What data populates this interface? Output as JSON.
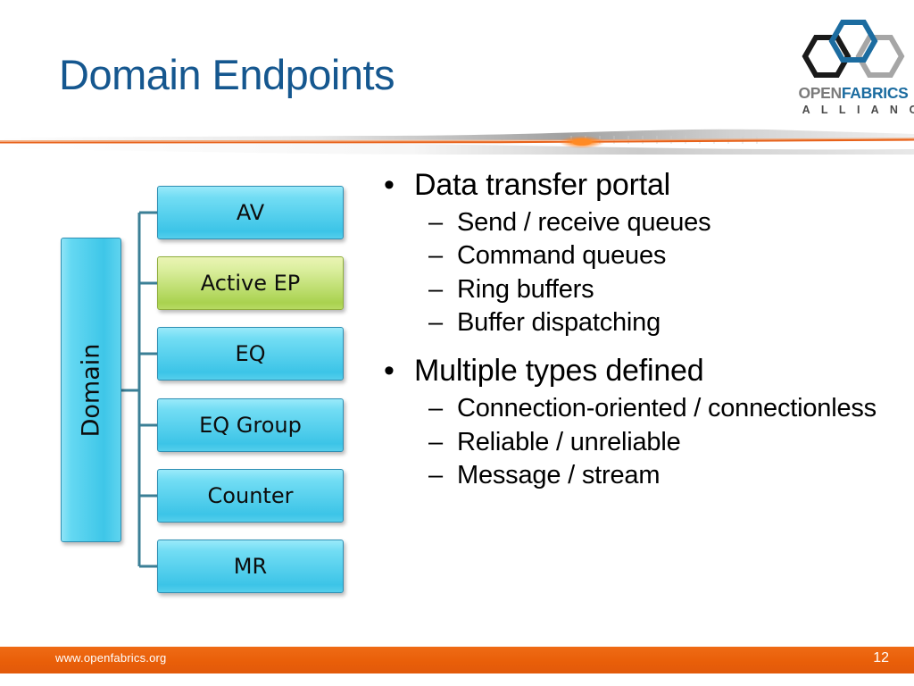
{
  "header": {
    "title": "Domain Endpoints",
    "title_color": "#15578f"
  },
  "logo": {
    "name": "openfabrics-alliance-logo",
    "word_open": "OPEN",
    "word_fabrics": "FABRICS",
    "word_alliance": "A L L I A N C E",
    "hex_blue": "#1c6ca0",
    "hex_black": "#1a1a1a",
    "hex_gray": "#a6a6a6",
    "open_color": "#7b7b7b",
    "fabrics_color": "#1c6ca0"
  },
  "divider": {
    "accent_color": "#e8621a",
    "glow_color": "#ff7a1f",
    "ribbon_color": "#9a9a9a"
  },
  "diagram": {
    "root": {
      "label": "Domain",
      "fill": "#3ec6e8",
      "border": "#2f8fb3"
    },
    "nodes": [
      {
        "label": "AV",
        "highlight": false
      },
      {
        "label": "Active EP",
        "highlight": true
      },
      {
        "label": "EQ",
        "highlight": false
      },
      {
        "label": "EQ Group",
        "highlight": false
      },
      {
        "label": "Counter",
        "highlight": false
      },
      {
        "label": "MR",
        "highlight": false
      }
    ],
    "node_fill": "#3ec6e8",
    "highlight_fill": "#a9d24f",
    "connector_color": "#3b7f96"
  },
  "content": {
    "bullet_marker": "•",
    "sub_marker": "–",
    "groups": [
      {
        "heading": "Data transfer portal",
        "items": [
          "Send / receive queues",
          "Command queues",
          "Ring buffers",
          "Buffer dispatching"
        ]
      },
      {
        "heading": "Multiple types defined",
        "items": [
          "Connection-oriented / connectionless",
          "Reliable / unreliable",
          "Message / stream"
        ]
      }
    ]
  },
  "footer": {
    "url": "www.openfabrics.org",
    "page_number": "12",
    "bar_color": "#e95f09"
  }
}
